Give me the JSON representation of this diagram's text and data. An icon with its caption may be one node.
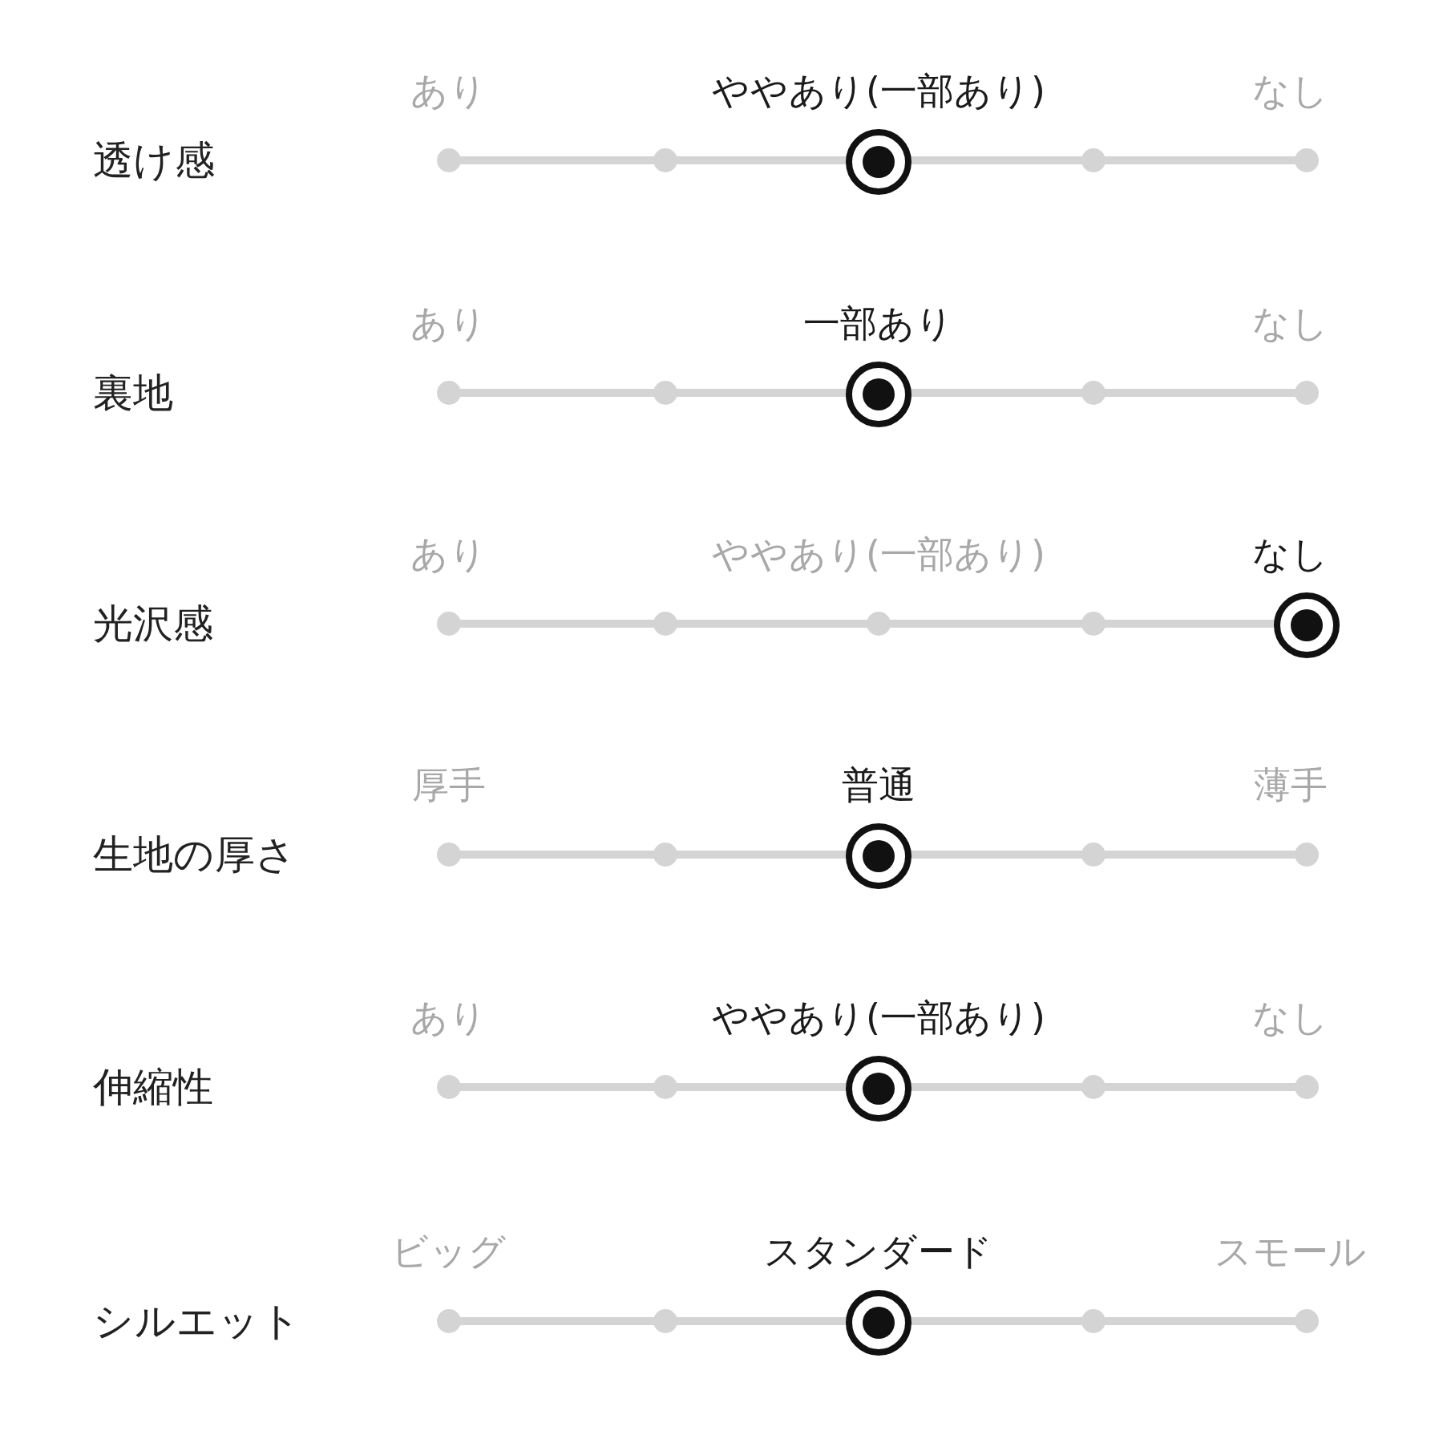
{
  "diagram": {
    "labels": [
      "透け感",
      "あり",
      "ややあり(一部あり)",
      "なし",
      "裏地",
      "あり",
      "一部あり",
      "なし",
      "光沢感",
      "あり",
      "ややあり(一部あり)",
      "なし",
      "生地の厚さ",
      "厚手",
      "普通",
      "薄手",
      "伸縮性",
      "あり",
      "ややあり(一部あり)",
      "なし",
      "シルエット",
      "ビッグ",
      "スタンダード",
      "スモール"
    ]
  }
}
